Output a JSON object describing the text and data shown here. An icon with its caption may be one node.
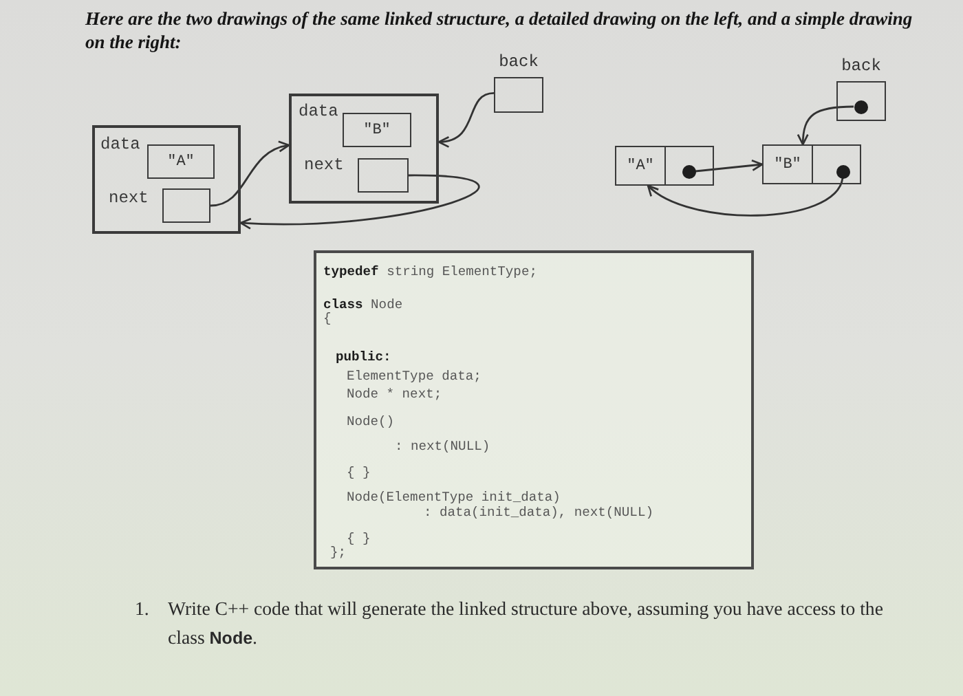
{
  "diagram": {
    "title": "Here are the two drawings of the same linked structure, a detailed drawing on the left, and a simple drawing on the right:",
    "nodes": [
      {
        "text": [
          "data",
          "next"
        ]
      },
      {
        "text": [
          "\"A\""
        ],
        "in": 0
      },
      {
        "text": [],
        "shape": "box",
        "in": 0
      },
      {
        "text": [
          "data",
          "next"
        ]
      },
      {
        "text": [
          "\"B\""
        ],
        "in": 3
      },
      {
        "text": [],
        "shape": "box",
        "in": 3
      },
      {
        "text": [
          "back"
        ]
      },
      {
        "text": [
          "back"
        ]
      },
      {
        "text": [],
        "shape": "circle",
        "in": 7
      },
      {
        "text": [
          "\"A\""
        ]
      },
      {
        "text": [],
        "shape": "box"
      },
      {
        "text": [],
        "shape": "circle",
        "in": 10
      },
      {
        "text": [
          "\"B\""
        ]
      },
      {
        "text": [],
        "shape": "box"
      },
      {
        "text": [],
        "shape": "circle",
        "in": 13
      },
      {
        "text": [
          "**typedef** string ElementType;",
          "**class** Node",
          "{",
          "public:",
          "ElementType data;",
          "Node * next;",
          "Node()",
          ": next(NULL)",
          "{ }",
          "Node(ElementType init_data)",
          ": data(init_data), next(NULL)",
          "{ }",
          "};"
        ]
      }
    ],
    "edges": [
      {
        "from": 2,
        "to": 3,
        "arrow": "to"
      },
      {
        "from": 6,
        "to": 3,
        "arrow": "to"
      },
      {
        "from": 5,
        "to": 0,
        "arrow": "to"
      },
      {
        "from": 8,
        "to": 12,
        "arrow": "to"
      },
      {
        "from": 11,
        "to": 12,
        "arrow": "to"
      },
      {
        "from": 14,
        "to": 9,
        "arrow": "to"
      }
    ],
    "labels": [
      "1.",
      "Write C++ code that will generate the linked structure above, assuming you have access to the class **Node**."
    ]
  }
}
